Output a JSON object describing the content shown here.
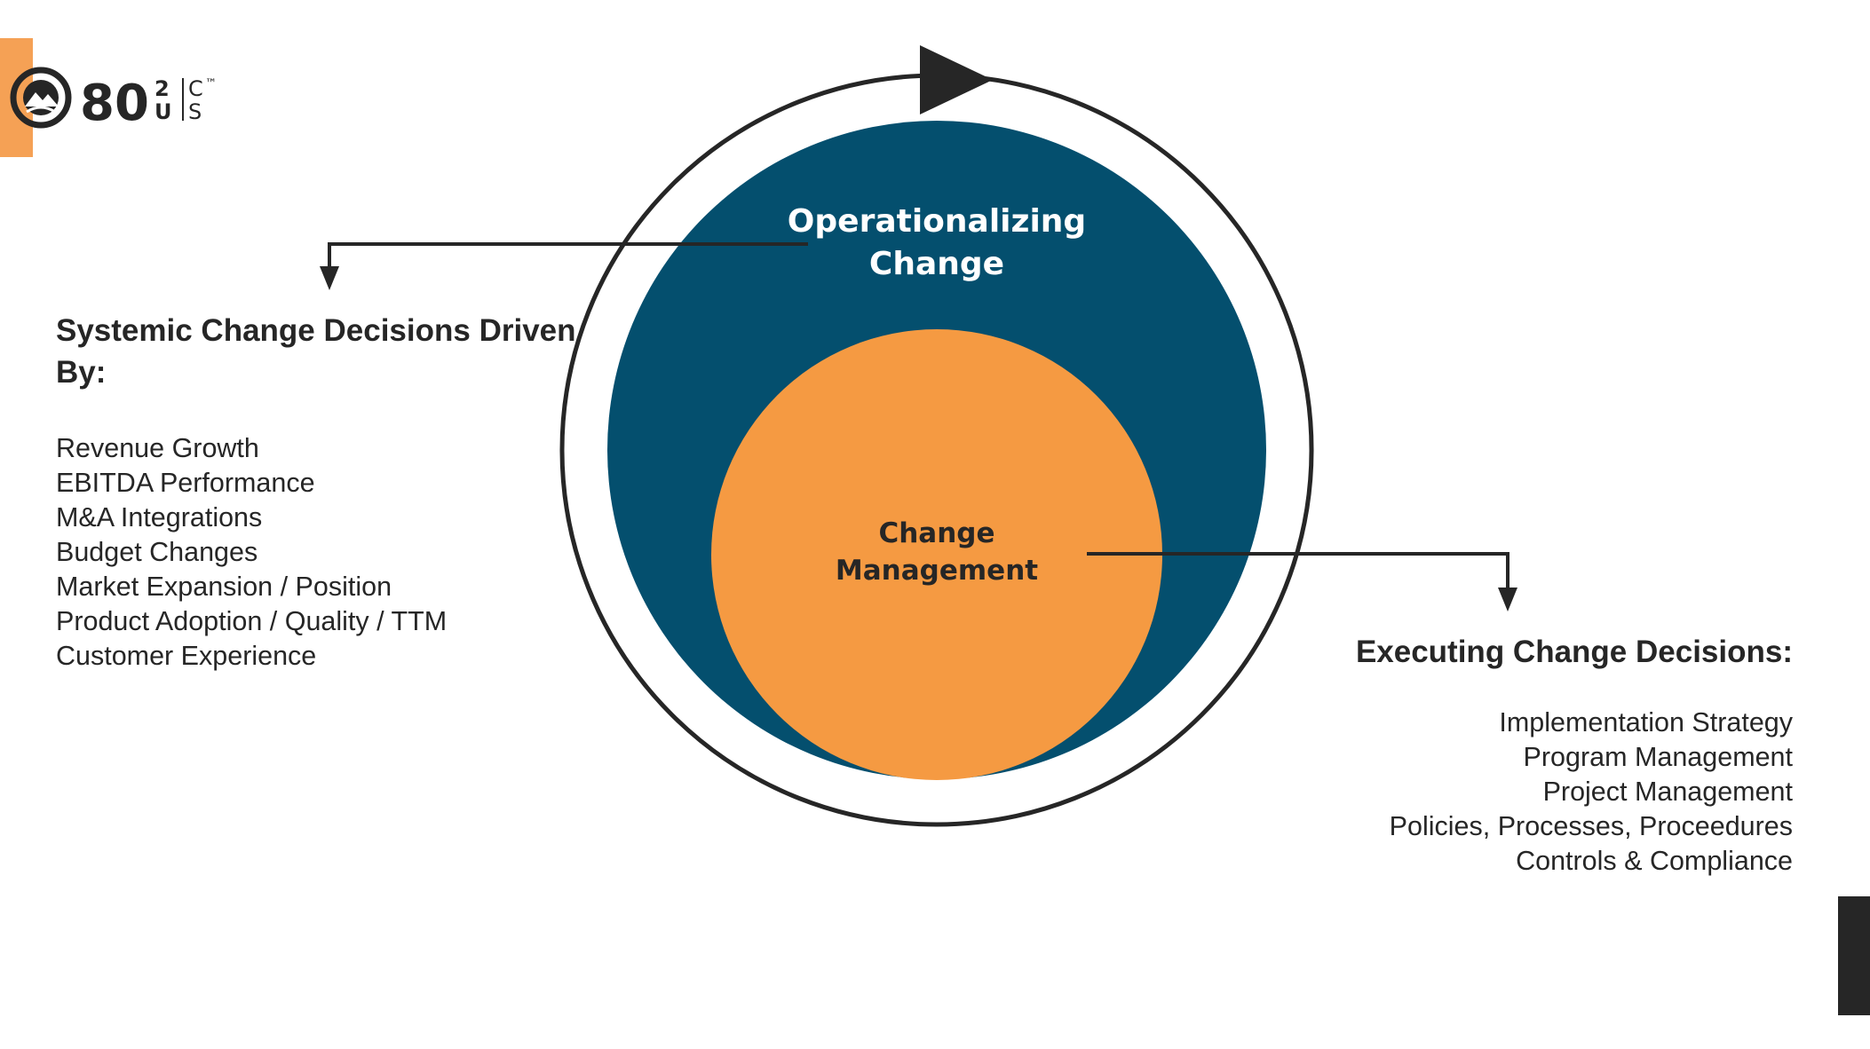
{
  "brand": {
    "logo_text": "80",
    "logo_stack_left_top": "2",
    "logo_stack_left_bottom": "U",
    "logo_stack_right_top": "C",
    "logo_stack_right_bottom": "S",
    "logo_mark": "™"
  },
  "colors": {
    "outer_circle": "#044f6e",
    "inner_circle": "#f59a42",
    "ring_stroke": "#262626",
    "accent_tab": "#f5a155",
    "text": "#262626"
  },
  "diagram": {
    "outer_label": "Operationalizing Change",
    "inner_label": "Change Management"
  },
  "left_block": {
    "heading": "Systemic Change Decisions Driven By:",
    "items": [
      "Revenue Growth",
      "EBITDA Performance",
      "M&A Integrations",
      "Budget Changes",
      "Market Expansion / Position",
      "Product Adoption / Quality / TTM",
      "Customer Experience"
    ]
  },
  "right_block": {
    "heading": "Executing Change Decisions:",
    "items": [
      "Implementation Strategy",
      "Program Management",
      "Project Management",
      "Policies, Processes, Proceedures",
      "Controls & Compliance"
    ]
  }
}
